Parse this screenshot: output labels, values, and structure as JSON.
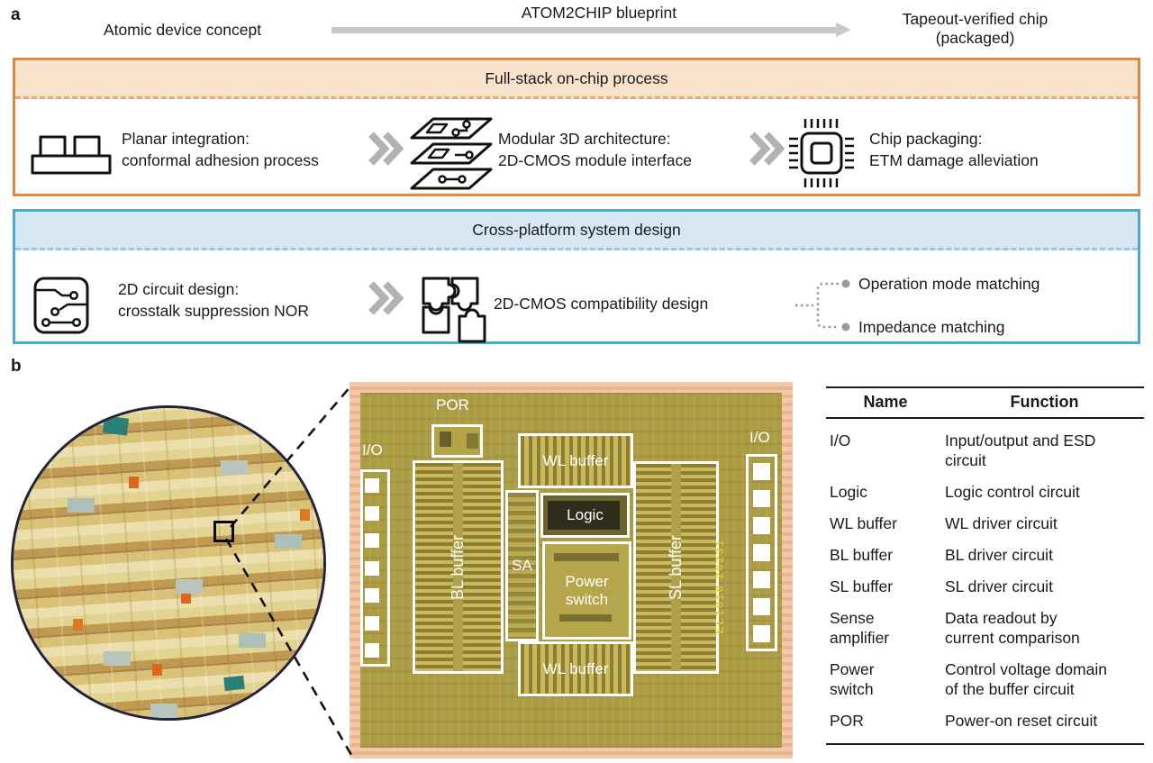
{
  "panel_a": {
    "label": "a",
    "flow": {
      "start": "Atomic device concept",
      "arrow_label": "ATOM2CHIP blueprint",
      "end": "Tapeout-verified chip\n(packaged)"
    },
    "process_box": {
      "title": "Full-stack on-chip process",
      "steps": [
        {
          "icon": "planar-stack-icon",
          "text": "Planar integration:\nconformal adhesion process"
        },
        {
          "icon": "layered-3d-icon",
          "text": "Modular 3D architecture:\n2D-CMOS module interface"
        },
        {
          "icon": "chip-package-icon",
          "text": "Chip packaging:\nETM damage alleviation"
        }
      ]
    },
    "design_box": {
      "title": "Cross-platform system design",
      "steps": [
        {
          "icon": "circuit-board-icon",
          "text": "2D circuit design:\ncrosstalk suppression NOR"
        },
        {
          "icon": "puzzle-icon",
          "text": "2D-CMOS compatibility design"
        }
      ],
      "branches": [
        "Operation mode matching",
        "Impedance matching"
      ]
    }
  },
  "panel_b": {
    "label": "b",
    "die": {
      "labels": {
        "por": "POR",
        "io_left": "I/O",
        "io_right": "I/O",
        "wl_top": "WL buffer",
        "wl_bottom": "WL buffer",
        "bl": "BL buffer",
        "sl": "SL buffer",
        "sa": "SA",
        "logic": "Logic",
        "power_switch": "Power switch"
      },
      "chip_id": "EL1010 20231"
    },
    "table": {
      "headers": [
        "Name",
        "Function"
      ],
      "rows": [
        {
          "name": "I/O",
          "function": "Input/output and ESD\ncircuit"
        },
        {
          "name": "Logic",
          "function": "Logic control circuit"
        },
        {
          "name": "WL buffer",
          "function": "WL driver circuit"
        },
        {
          "name": "BL buffer",
          "function": "BL driver circuit"
        },
        {
          "name": "SL buffer",
          "function": "SL driver circuit"
        },
        {
          "name": "Sense\namplifier",
          "function": "Data readout by\ncurrent comparison"
        },
        {
          "name": "Power\nswitch",
          "function": "Control voltage domain\nof the buffer circuit"
        },
        {
          "name": "POR",
          "function": "Power-on reset circuit"
        }
      ]
    }
  },
  "colors": {
    "process_border": "#e2873f",
    "process_header_bg": "#fae3cd",
    "design_border": "#47adce",
    "design_header_bg": "#d7e7f3",
    "arrow_gray": "#c9c9c9",
    "die_frame_pink": "#f0c3a3",
    "die_olive": "#ab9b43"
  }
}
